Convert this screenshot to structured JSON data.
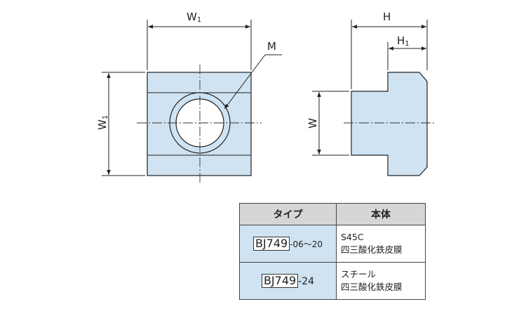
{
  "labels": {
    "front_width": "W",
    "front_width_sub": "1",
    "front_height": "W",
    "front_height_sub": "1",
    "thread": "M",
    "side_total_height": "H",
    "side_head_height": "H",
    "side_head_height_sub": "1",
    "side_width": "W"
  },
  "table": {
    "headers": [
      "タイプ",
      "本体"
    ],
    "rows": [
      {
        "code": "BJ749",
        "suffix": "-06～20",
        "body_line1": "S45C",
        "body_line2": "四三酸化鉄皮膜"
      },
      {
        "code": "BJ749",
        "suffix": "-24",
        "body_line1": "スチール",
        "body_line2": "四三酸化鉄皮膜"
      }
    ]
  },
  "colors": {
    "part_fill": "#cfe3f2",
    "header_fill": "#d6d6d6"
  }
}
